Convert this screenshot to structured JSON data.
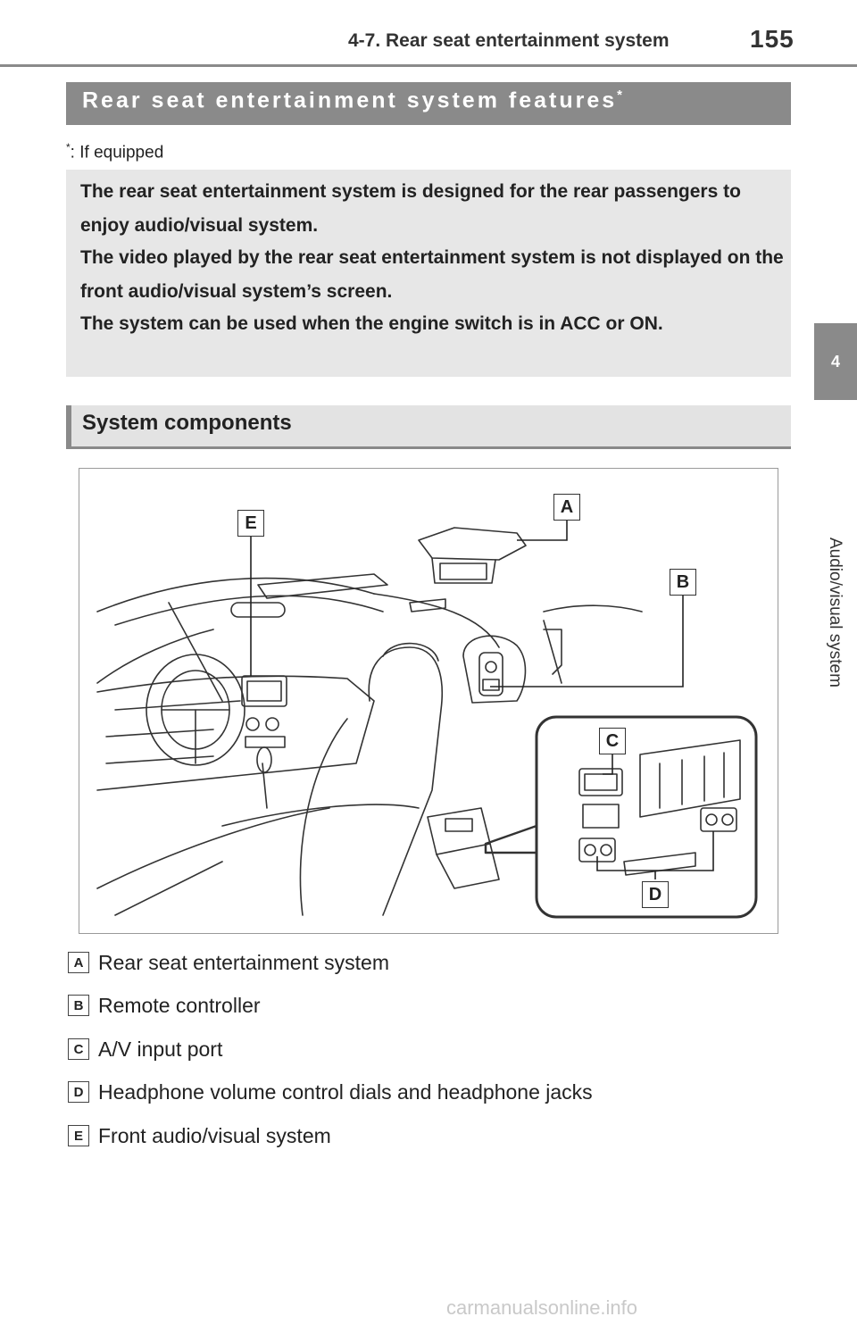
{
  "header": {
    "section": "4-7. Rear seat entertainment system",
    "page_number": "155"
  },
  "side_tab": {
    "chapter": "4",
    "label": "Audio/visual system"
  },
  "features_section": {
    "title": "Rear seat entertainment system features",
    "asterisk": "*",
    "footnote_mark": "*",
    "footnote_text": ": If equipped"
  },
  "info_box": {
    "paragraphs": [
      "The rear seat entertainment system is designed for the rear passengers to enjoy audio/visual system.",
      "The video played by the rear seat entertainment system is not displayed on the front audio/visual system’s screen.",
      "The system can be used when the engine switch is in ACC or ON."
    ]
  },
  "components_section": {
    "title": "System components"
  },
  "figure_labels": {
    "a": "A",
    "b": "B",
    "c": "C",
    "d": "D",
    "e": "E"
  },
  "legend": [
    {
      "key": "A",
      "text": "Rear seat entertainment system"
    },
    {
      "key": "B",
      "text": "Remote controller"
    },
    {
      "key": "C",
      "text": "A/V input port"
    },
    {
      "key": "D",
      "text": "Headphone volume control dials and headphone jacks"
    },
    {
      "key": "E",
      "text": "Front audio/visual system"
    }
  ],
  "watermark": "carmanualsonline.info"
}
